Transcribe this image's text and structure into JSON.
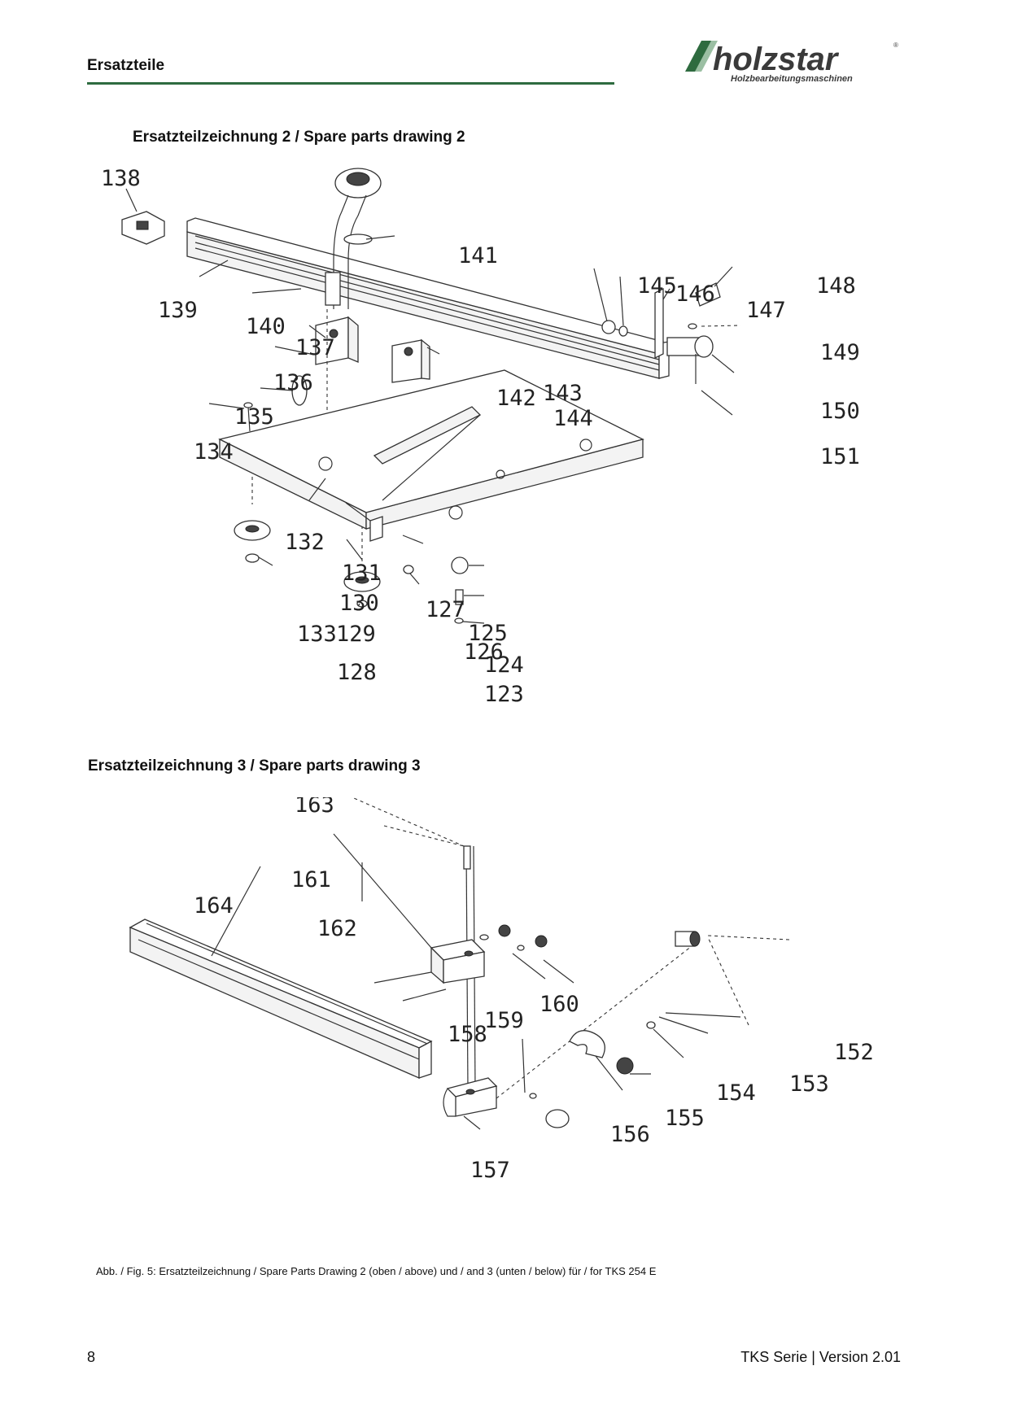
{
  "header": {
    "section_label": "Ersatzteile",
    "logo_text": "holzstar",
    "logo_subtitle": "Holzbearbeitungsmaschinen",
    "logo_registered": "®"
  },
  "drawing2": {
    "title": "Ersatzteilzeichnung 2 / Spare parts drawing 2",
    "part_labels": [
      "123",
      "124",
      "125",
      "126",
      "127",
      "128",
      "129",
      "130",
      "131",
      "132",
      "133",
      "134",
      "135",
      "136",
      "137",
      "138",
      "139",
      "140",
      "141",
      "142",
      "143",
      "144",
      "145",
      "146",
      "147",
      "148",
      "149",
      "150",
      "151"
    ]
  },
  "drawing3": {
    "title": "Ersatzteilzeichnung 3 / Spare parts drawing 3",
    "part_labels": [
      "152",
      "153",
      "154",
      "155",
      "156",
      "157",
      "158",
      "159",
      "160",
      "161",
      "162",
      "163",
      "164"
    ]
  },
  "caption": "Abb. / Fig. 5: Ersatzteilzeichnung / Spare Parts Drawing 2 (oben / above) und / and 3 (unten / below) für / for TKS 254 E",
  "footer": {
    "page_number": "8",
    "document_version": "TKS Serie | Version 2.01"
  },
  "colors": {
    "accent_green": "#2e6b3f",
    "logo_dark": "#3a3a3a"
  }
}
